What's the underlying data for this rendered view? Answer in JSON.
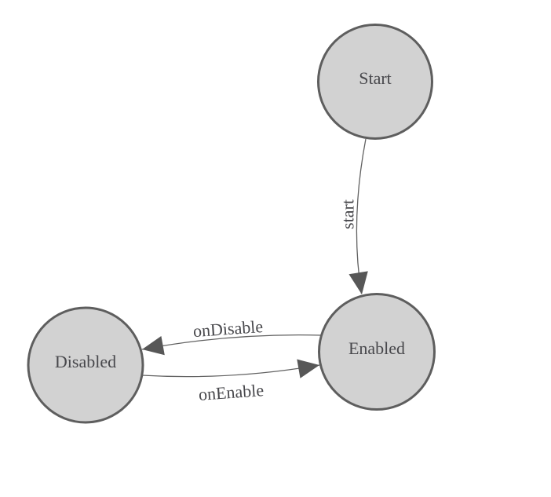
{
  "theme": {
    "canvas-bg": "#ffffff",
    "node-fill": "#d2d2d2",
    "node-stroke": "#5e5e5e",
    "edge-stroke": "#616161",
    "arrow-fill": "#575757",
    "label-color": "#48484c"
  },
  "diagram": {
    "type": "state-machine-graph",
    "nodes": [
      {
        "id": "start-node",
        "label": "Start"
      },
      {
        "id": "enabled-node",
        "label": "Enabled"
      },
      {
        "id": "disabled-node",
        "label": "Disabled"
      }
    ],
    "edges": [
      {
        "from": "Start",
        "to": "Enabled",
        "label": "start"
      },
      {
        "from": "Enabled",
        "to": "Disabled",
        "label": "onDisable"
      },
      {
        "from": "Disabled",
        "to": "Enabled",
        "label": "onEnable"
      }
    ]
  }
}
